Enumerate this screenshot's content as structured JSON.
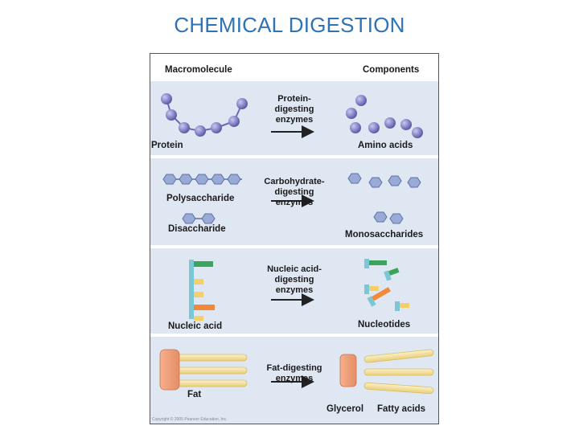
{
  "title": "CHEMICAL DIGESTION",
  "figure": {
    "headers": {
      "left": "Macromolecule",
      "right": "Components"
    },
    "rows": [
      {
        "id": "protein",
        "left_label": "Protein",
        "enzyme": [
          "Protein-",
          "digesting",
          "enzymes"
        ],
        "right_label": "Amino acids"
      },
      {
        "id": "carbohydrate",
        "left_label": "Polysaccharide",
        "left_label_2": "Disaccharide",
        "enzyme": [
          "Carbohydrate-",
          "digesting",
          "enzymes"
        ],
        "right_label": "Monosaccharides"
      },
      {
        "id": "nucleic",
        "left_label": "Nucleic acid",
        "enzyme": [
          "Nucleic acid-",
          "digesting",
          "enzymes"
        ],
        "right_label": "Nucleotides"
      },
      {
        "id": "fat",
        "left_label": "Fat",
        "enzyme": [
          "Fat-digesting",
          "enzymes"
        ],
        "right_label": "Glycerol",
        "right_label_2": "Fatty acids"
      }
    ],
    "copyright": "Copyright © 2005 Pearson Education, Inc.",
    "colors": {
      "band": "#dfe7f2",
      "bead": "#8a87c9",
      "hexagon": "#9aaad6",
      "nucleotide_sugar": "#7cc7d6",
      "nucleotide_green": "#3aa55a",
      "nucleotide_orange": "#f08a3a",
      "fat_glycerol": "#f0a078",
      "fat_chain": "#f6e3a0",
      "arrow": "#222222"
    }
  }
}
